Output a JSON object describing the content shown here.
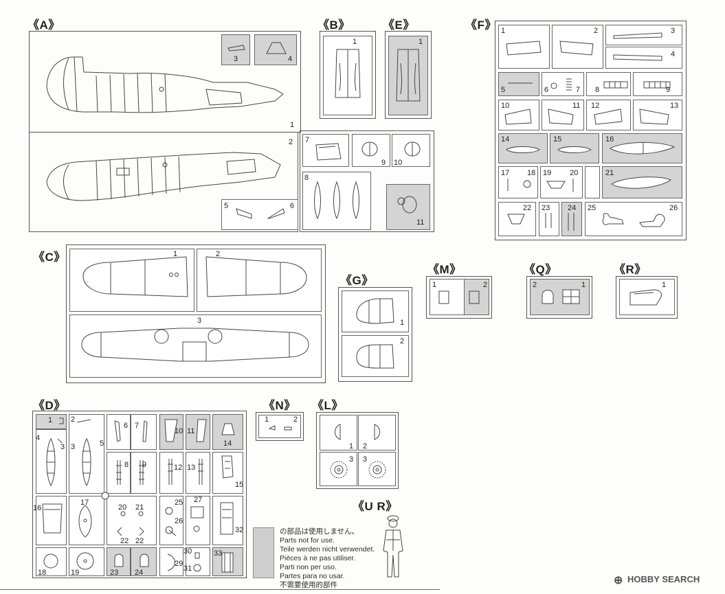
{
  "sprues": {
    "A": {
      "label": "《A》",
      "parts": [
        "1",
        "2",
        "3",
        "4",
        "5",
        "6",
        "7",
        "8",
        "9",
        "10",
        "11"
      ]
    },
    "B": {
      "label": "《B》",
      "parts": [
        "1"
      ]
    },
    "E": {
      "label": "《E》",
      "parts": [
        "1"
      ]
    },
    "F": {
      "label": "《F》",
      "parts": [
        "1",
        "2",
        "3",
        "4",
        "5",
        "6",
        "7",
        "8",
        "9",
        "10",
        "11",
        "12",
        "13",
        "14",
        "15",
        "16",
        "17",
        "18",
        "19",
        "20",
        "21",
        "22",
        "23",
        "24",
        "25",
        "26"
      ]
    },
    "C": {
      "label": "《C》",
      "parts": [
        "1",
        "2",
        "3"
      ]
    },
    "G": {
      "label": "《G》",
      "parts": [
        "1",
        "2"
      ]
    },
    "M": {
      "label": "《M》",
      "parts": [
        "1",
        "2"
      ]
    },
    "Q": {
      "label": "《Q》",
      "parts": [
        "2",
        "1"
      ]
    },
    "R": {
      "label": "《R》",
      "parts": [
        "1"
      ]
    },
    "D": {
      "label": "《D》",
      "parts": [
        "1",
        "2",
        "3",
        "4",
        "5",
        "3",
        "6",
        "7",
        "10",
        "11",
        "14",
        "8",
        "9",
        "12",
        "13",
        "15",
        "16",
        "17",
        "20",
        "21",
        "22",
        "22",
        "25",
        "26",
        "27",
        "32",
        "18",
        "19",
        "23",
        "24",
        "29",
        "30",
        "31",
        "33"
      ]
    },
    "N": {
      "label": "《N》",
      "parts": [
        "1",
        "2"
      ]
    },
    "L": {
      "label": "《L》",
      "parts": [
        "1",
        "2",
        "3",
        "3"
      ]
    },
    "UR": {
      "label": "《U R》"
    }
  },
  "legend": {
    "lines": [
      "の部品は使用しません。",
      "Parts not for use.",
      "Teile werden nicht verwendet.",
      "Pièces à ne pas utiliser.",
      "Parti non per uso.",
      "Partes para no usar.",
      "不需要使用的部件"
    ],
    "swatch_color": "#cfcfcf"
  },
  "watermark": {
    "text": "HOBBY SEARCH",
    "mark": "⊕"
  },
  "colors": {
    "unused_part_fill": "#d4d4d4",
    "line": "#444444"
  }
}
